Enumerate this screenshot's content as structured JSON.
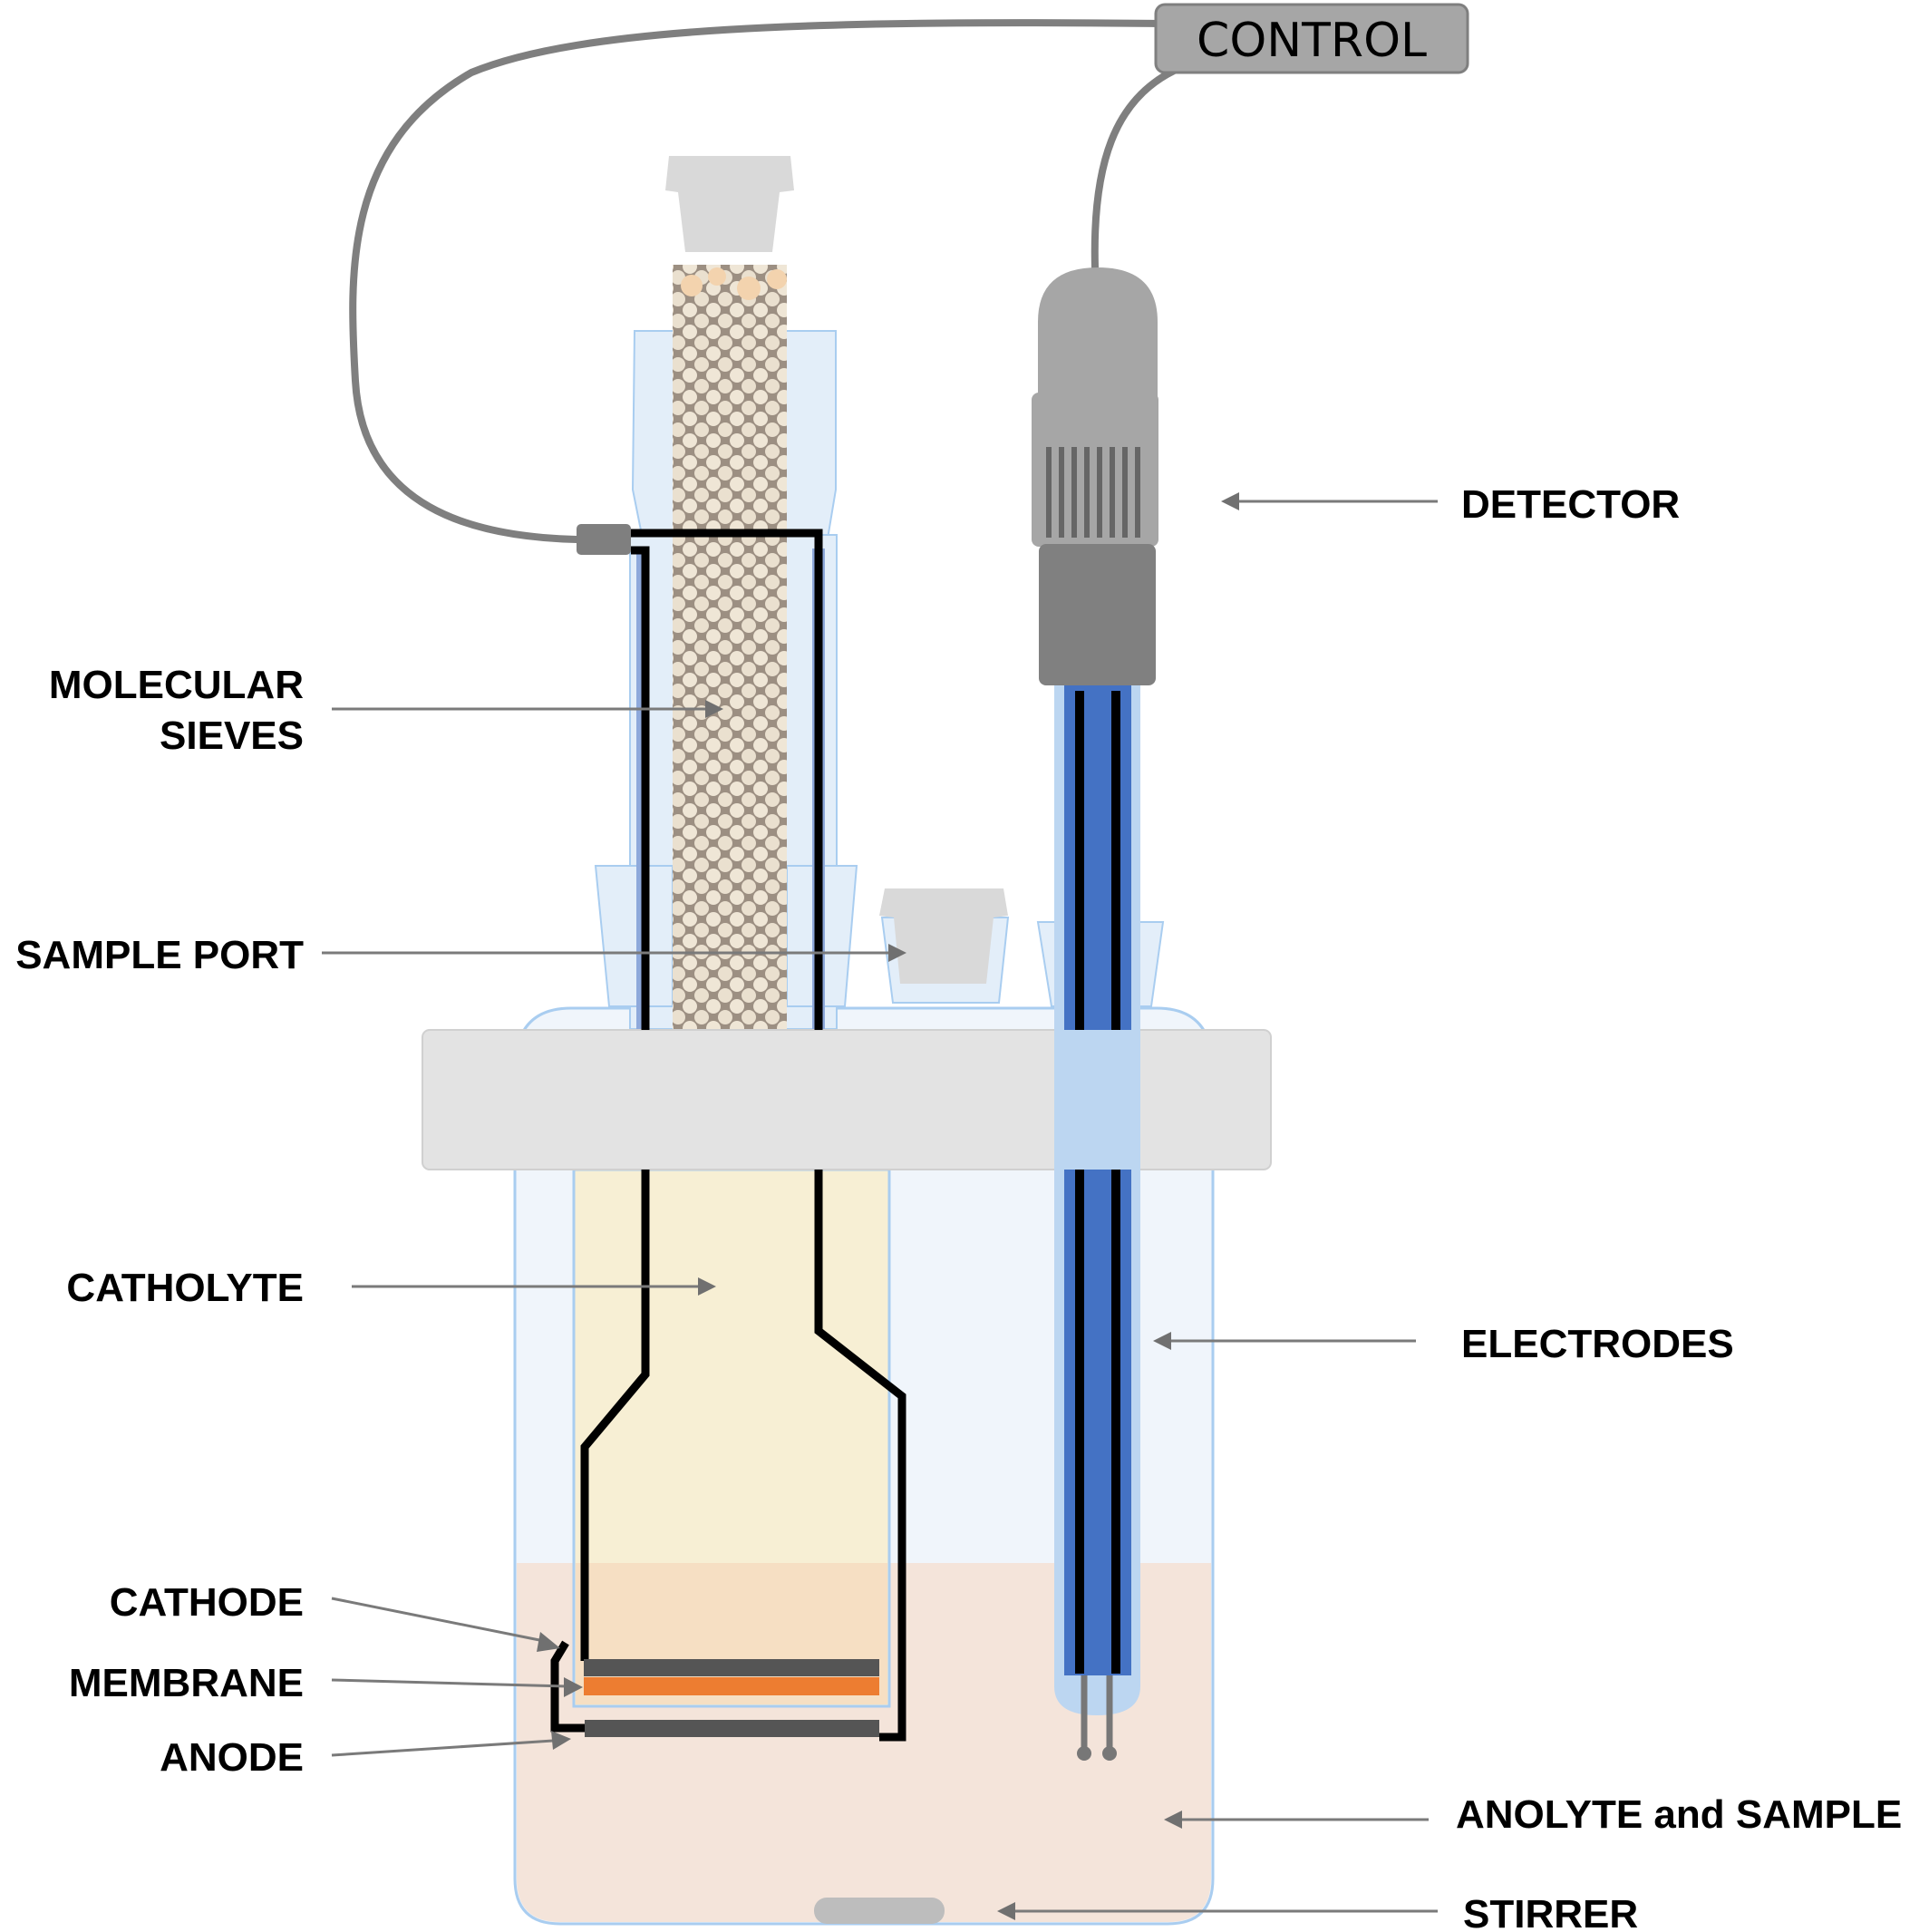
{
  "figure": {
    "title": "Electrochemical cell with molecular sieve column, detector and electrodes",
    "control_box": {
      "label": "CONTROL"
    },
    "labels": {
      "molecular_sieves": [
        "MOLECULAR",
        "SIEVES"
      ],
      "sample_port": "SAMPLE PORT",
      "catholyte": "CATHOLYTE",
      "cathode": "CATHODE",
      "membrane": "MEMBRANE",
      "anode": "ANODE",
      "detector": "DETECTOR",
      "electrodes": "ELECTRODES",
      "anolyte_and_sample": "ANOLYTE and SAMPLE",
      "stirrer": "STIRRER"
    },
    "components": [
      "control-box",
      "control-cable",
      "detector-probe",
      "electrodes",
      "molecular-sieve-column",
      "sieve-stopper",
      "sample-port-stopper",
      "cell-cap",
      "vessel",
      "catholyte-compartment",
      "cathode",
      "membrane",
      "anode",
      "anolyte",
      "stirrer-bar"
    ],
    "colors": {
      "catholyte": "#f7efd4",
      "anolyte": "#f4e4da",
      "membrane": "#ed7d31",
      "electrode_plate": "#555555",
      "electrode_rod": "#4472c4",
      "glass": "#e3eef9",
      "cap": "#e3e3e3",
      "detector_dark": "#808080",
      "detector_light": "#a6a6a6"
    }
  }
}
